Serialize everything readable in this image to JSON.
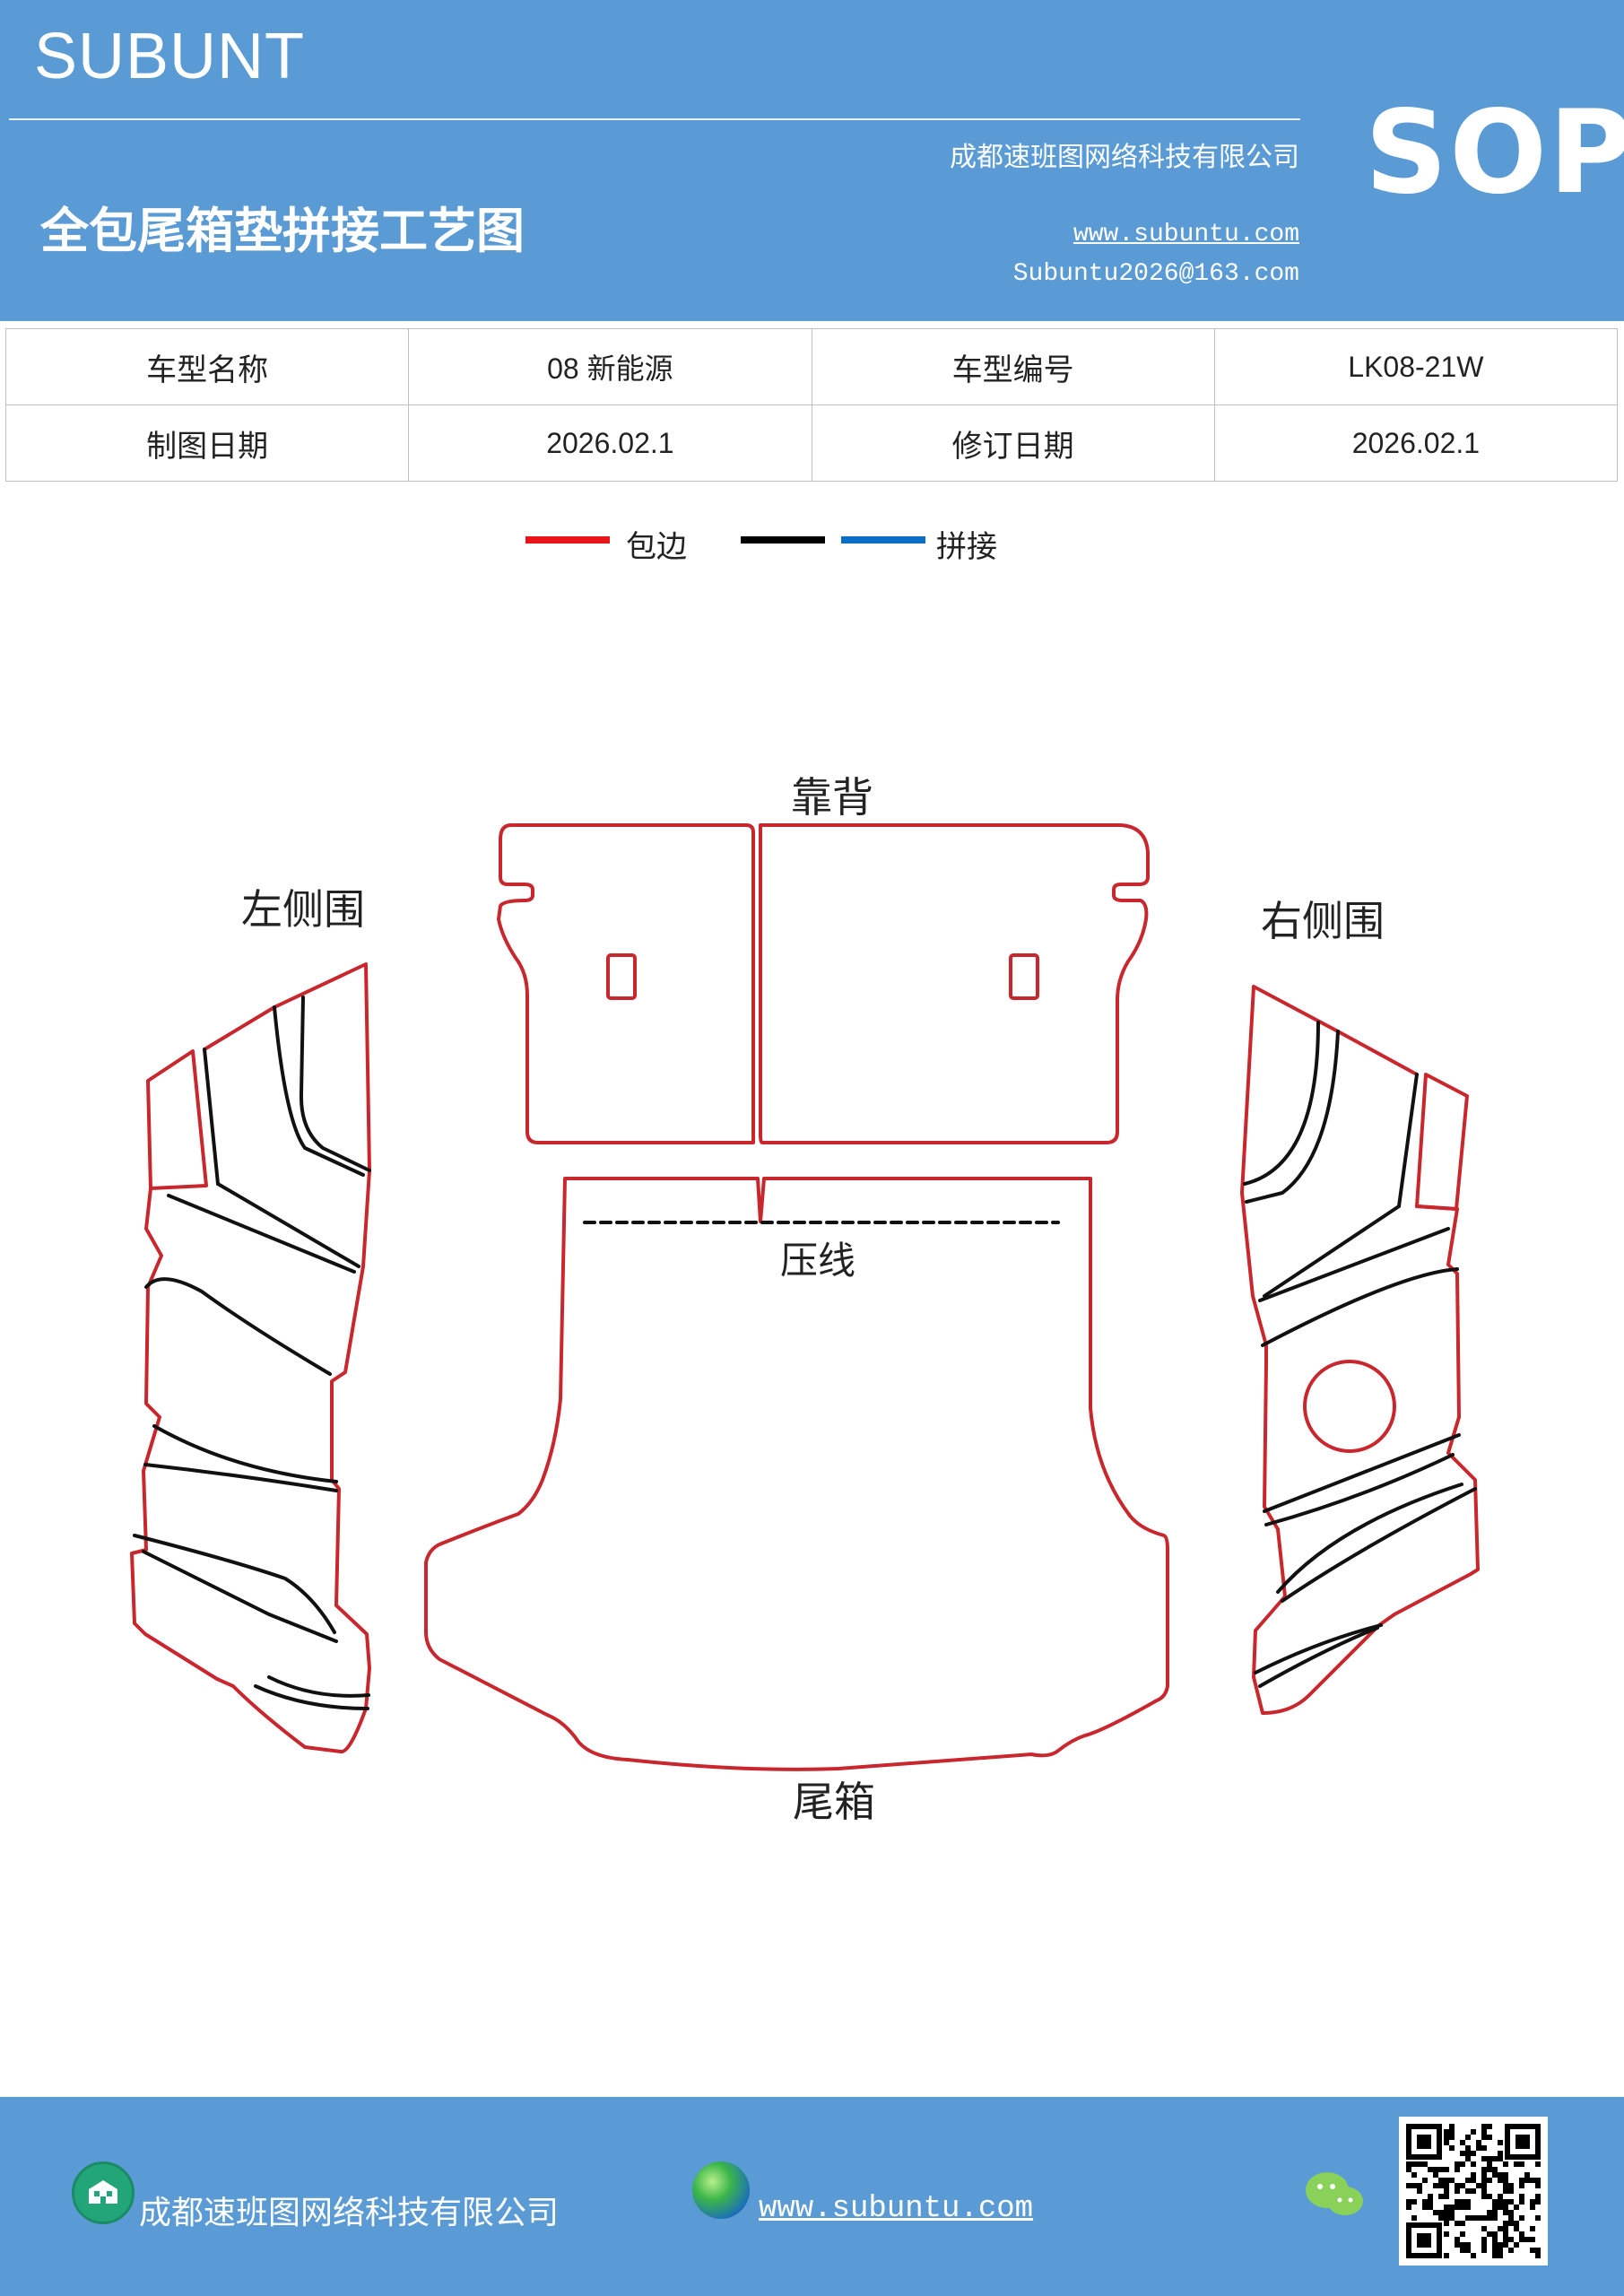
{
  "header": {
    "brand": "SUBUNT",
    "company": "成都速班图网络科技有限公司",
    "title": "全包尾箱垫拼接工艺图",
    "website": "www.subuntu.com",
    "email": "Subuntu2026@163.com",
    "badge": "SOP",
    "background": "#5b9bd5"
  },
  "info_table": {
    "rows": [
      [
        "车型名称",
        "08 新能源",
        "车型编号",
        "LK08-21W"
      ],
      [
        "制图日期",
        "2026.02.1",
        "修订日期",
        "2026.02.1"
      ]
    ]
  },
  "legend": {
    "items": [
      {
        "label": "包边",
        "color": "#e8151b"
      },
      {
        "label": "",
        "color": "#000000"
      },
      {
        "label": "拼接",
        "color": "#0a6fc4"
      }
    ]
  },
  "diagram": {
    "labels": {
      "back": "靠背",
      "left": "左侧围",
      "right": "右侧围",
      "crease": "压线",
      "trunk": "尾箱"
    },
    "colors": {
      "edge": "#c8272d",
      "seam": "#111111"
    }
  },
  "footer": {
    "company": "成都速班图网络科技有限公司",
    "website": "www.subuntu.com",
    "icons": [
      "building-icon",
      "globe-icon",
      "wechat-icon",
      "qr-code"
    ]
  }
}
